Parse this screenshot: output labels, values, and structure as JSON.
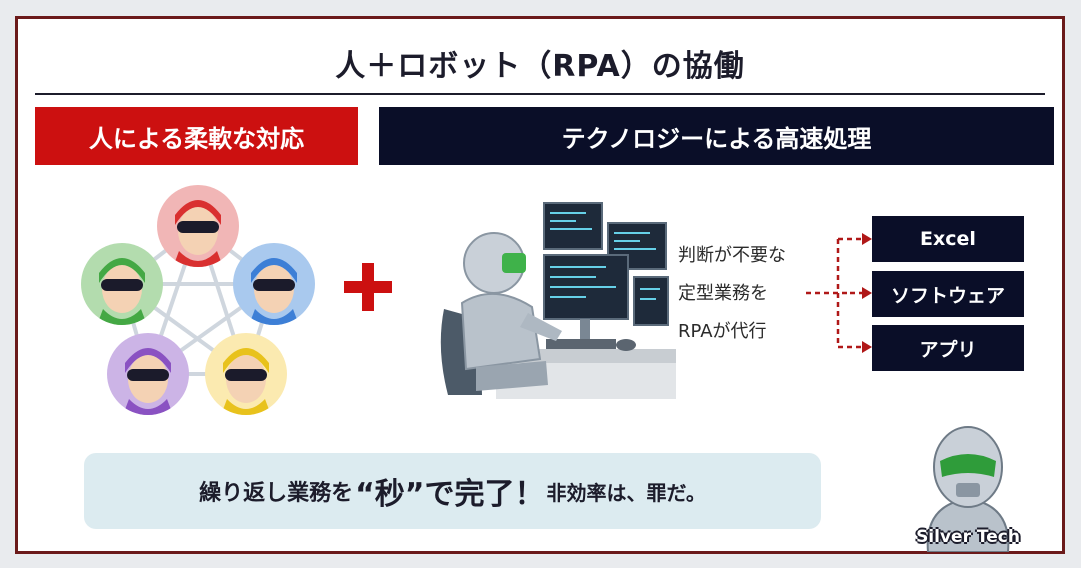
{
  "title": "人＋ロボット（RPA）の協働",
  "left_header": "人による柔軟な対応",
  "right_header": "テクノロジーによる高速処理",
  "description_lines": [
    "判断が不要な",
    "定型業務を",
    "RPAが代行"
  ],
  "targets": [
    "Excel",
    "ソフトウェア",
    "アプリ"
  ],
  "bottom_message": {
    "part1": "繰り返し業務を",
    "part2": "“秒”で完了！",
    "part3": "非効率は、罪だ。"
  },
  "mascot_label": "Silver Tech",
  "colors": {
    "frame": "#6b1a1a",
    "red_header": "#cc1010",
    "navy": "#0a0e28",
    "message_box": "#dcebf0",
    "arrow": "#b01818"
  },
  "avatars": [
    {
      "name": "red",
      "color": "#d93030"
    },
    {
      "name": "blue",
      "color": "#3d7fd6"
    },
    {
      "name": "yellow",
      "color": "#e8c21c"
    },
    {
      "name": "purple",
      "color": "#8a52c2"
    },
    {
      "name": "green",
      "color": "#44a844"
    }
  ]
}
